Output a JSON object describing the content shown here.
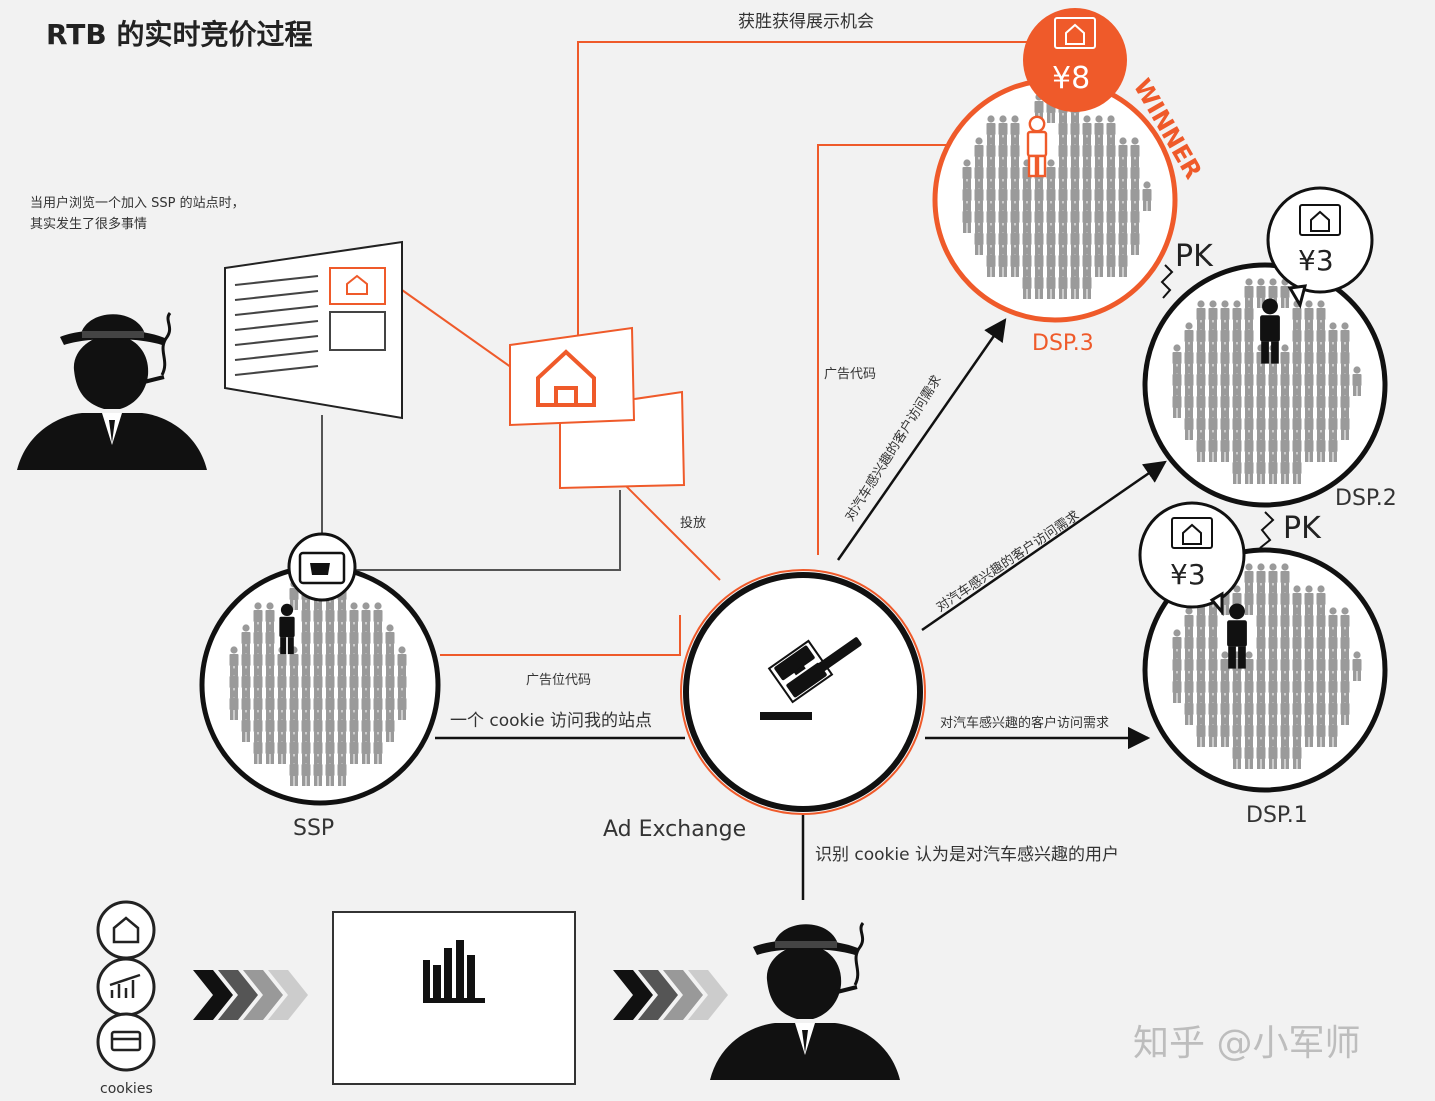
{
  "title": "RTB 的实时竞价过程",
  "intro": [
    "当用户浏览一个加入 SSP 的站点时，",
    "其实发生了很多事情"
  ],
  "nodes": {
    "ssp": "SSP",
    "ad_exchange": "Ad Exchange",
    "dsp3": "DSP.3",
    "dsp2": "DSP.2",
    "dsp1": "DSP.1"
  },
  "edges": {
    "win_display": "获胜获得展示机会",
    "ad_code": "广告代码",
    "deliver": "投放",
    "slot_code": "广告位代码",
    "cookie_visit": "一个 cookie 访问我的站点",
    "demand_dsp3": "对汽车感兴趣的客户访问需求",
    "demand_dsp2": "对汽车感兴趣的客户访问需求",
    "demand_dsp1": "对汽车感兴趣的客户访问需求",
    "identify": "识别 cookie 认为是对汽车感兴趣的用户"
  },
  "bids": {
    "winner_price": "¥8",
    "winner_label": "WINNER",
    "dsp2_price": "¥3",
    "dsp1_price": "¥3",
    "pk1": "PK",
    "pk2": "PK"
  },
  "cookies_label": "cookies",
  "watermark": "知乎 @小军师",
  "colors": {
    "accent": "#ef5a2a",
    "ink": "#111111",
    "background": "#f2f2f2"
  }
}
